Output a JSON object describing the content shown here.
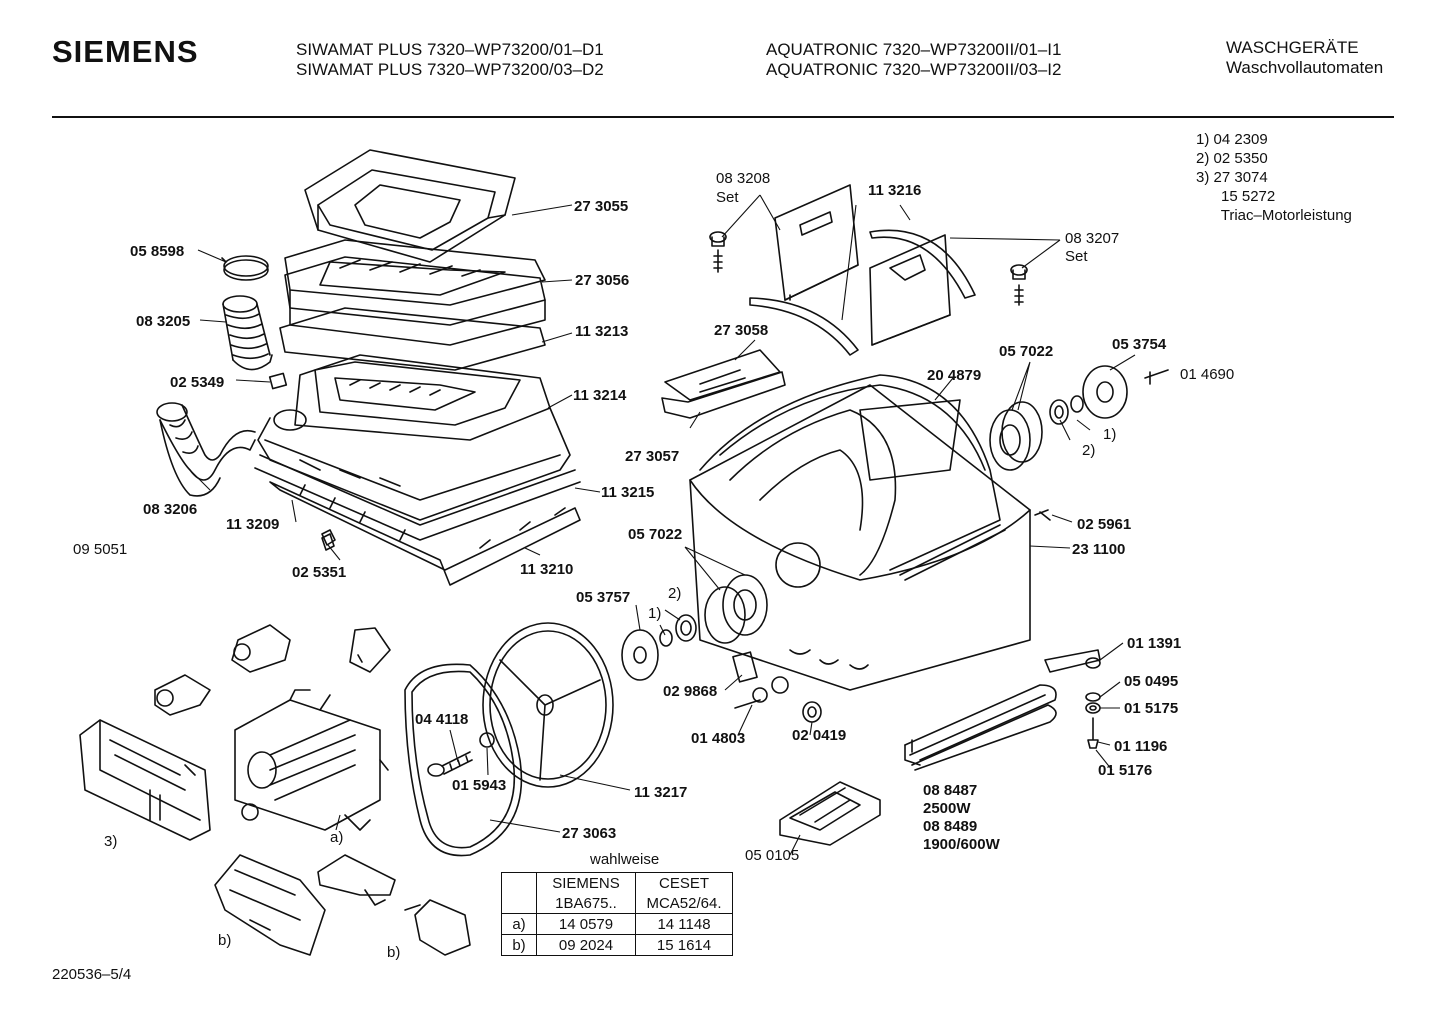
{
  "header": {
    "brand": "SIEMENS",
    "models_left": [
      "SIWAMAT PLUS 7320–WP73200/01–D1",
      "SIWAMAT PLUS 7320–WP73200/03–D2"
    ],
    "models_mid": [
      "AQUATRONIC 7320–WP73200II/01–I1",
      "AQUATRONIC 7320–WP73200II/03–I2"
    ],
    "category": [
      "WASCHGERÄTE",
      "Waschvollautomaten"
    ]
  },
  "notes": {
    "list": [
      "1)  04 2309",
      "2)  02 5350",
      "3)  27 3074",
      "      15 5272",
      "      Triac–Motorleistung"
    ]
  },
  "parts": {
    "p273055": "27 3055",
    "p058598": "05 8598",
    "p273056": "27 3056",
    "p083205": "08 3205",
    "p113213": "11 3213",
    "p025349": "02 5349",
    "p113214": "11 3214",
    "p113215": "11 3215",
    "p083206": "08 3206",
    "p113209": "11 3209",
    "p095051": "09 5051",
    "p113210": "11 3210",
    "p025351": "02 5351",
    "p083208": "08 3208",
    "set1": "Set",
    "p113216": "11 3216",
    "p083207": "08 3207",
    "set2": "Set",
    "p273058": "27 3058",
    "p057022a": "05 7022",
    "p053754": "05 3754",
    "p014690": "01 4690",
    "p204879": "20 4879",
    "fn1a": "1)",
    "fn2a": "2)",
    "p273057": "27 3057",
    "p025961": "02 5961",
    "p231100": "23 1100",
    "p057022b": "05 7022",
    "fn2b": "2)",
    "p053757": "05 3757",
    "fn1b": "1)",
    "p011391": "01 1391",
    "p050495": "05 0495",
    "p015175": "01 5175",
    "p011196": "01 1196",
    "p015176": "01 5176",
    "p029868": "02 9868",
    "p014803": "01 4803",
    "p020419": "02 0419",
    "p044118": "04 4118",
    "p015943": "01 5943",
    "p113217": "11 3217",
    "p273063": "27 3063",
    "fna": "a)",
    "fn3": "3)",
    "fnb1": "b)",
    "fnb2": "b)",
    "p088487": "08 8487",
    "w2500": "2500W",
    "p088489": "08 8489",
    "w1900": "1900/600W",
    "p050105": "05 0105"
  },
  "options_table": {
    "caption": "wahlweise",
    "head1": [
      "",
      "SIEMENS",
      "CESET"
    ],
    "head2": [
      "",
      "1BA675..",
      "MCA52/64."
    ],
    "rows": [
      [
        "a)",
        "14 0579",
        "14 1148"
      ],
      [
        "b)",
        "09 2024",
        "15 1614"
      ]
    ]
  },
  "footer": "220536–5/4"
}
